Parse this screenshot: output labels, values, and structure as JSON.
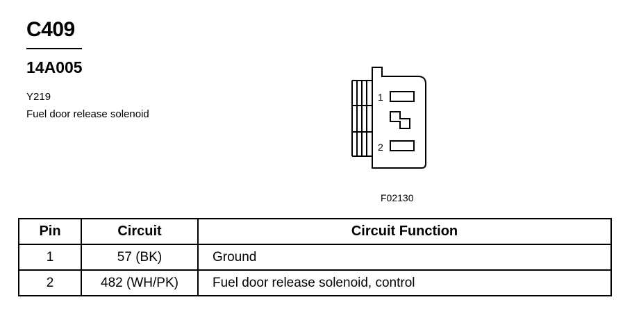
{
  "connector": {
    "id": "C409",
    "part_number": "14A005",
    "component_code": "Y219",
    "component_description": "Fuel door release solenoid",
    "figure_number": "F02130"
  },
  "diagram": {
    "pin_labels": [
      "1",
      "2"
    ]
  },
  "table": {
    "headers": {
      "pin": "Pin",
      "circuit": "Circuit",
      "function": "Circuit Function"
    },
    "rows": [
      {
        "pin": "1",
        "circuit": "57 (BK)",
        "function": "Ground"
      },
      {
        "pin": "2",
        "circuit": "482 (WH/PK)",
        "function": "Fuel door release solenoid, control"
      }
    ]
  }
}
